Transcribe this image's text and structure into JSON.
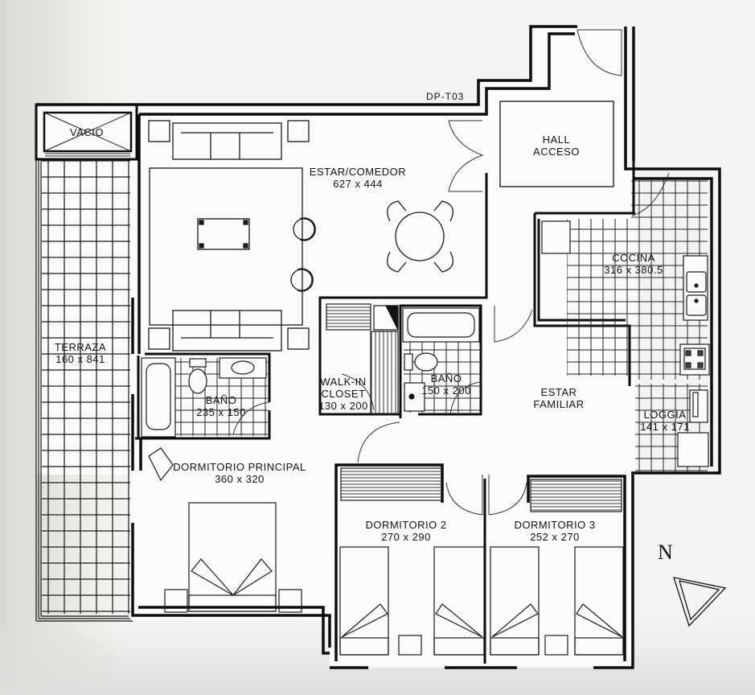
{
  "plan": {
    "code": "DP-T03",
    "north_label": "N",
    "rooms": [
      {
        "id": "vacio",
        "name": "VACIO",
        "dims": ""
      },
      {
        "id": "terraza",
        "name": "TERRAZA",
        "dims": "160 x 841"
      },
      {
        "id": "estar-comedor",
        "name": "ESTAR/COMEDOR",
        "dims": "627 x 444"
      },
      {
        "id": "hall-acceso",
        "name": "HALL",
        "name2": "ACCESO",
        "dims": ""
      },
      {
        "id": "cocina",
        "name": "COCINA",
        "dims": "316 x 380.5"
      },
      {
        "id": "bano-principal",
        "name": "BAÑO",
        "dims": "235 x 150"
      },
      {
        "id": "walk-in-closet",
        "name": "WALK-IN",
        "name2": "CLOSET",
        "dims": "130 x 200"
      },
      {
        "id": "bano-2",
        "name": "BAÑO",
        "dims": "150 x 200"
      },
      {
        "id": "estar-familiar",
        "name": "ESTAR",
        "name2": "FAMILIAR",
        "dims": ""
      },
      {
        "id": "loggia",
        "name": "LOGGIA",
        "dims": "141 x 171"
      },
      {
        "id": "dormitorio-principal",
        "name": "DORMITORIO PRINCIPAL",
        "dims": "360 x 320"
      },
      {
        "id": "dormitorio-2",
        "name": "DORMITORIO 2",
        "dims": "270 x 290"
      },
      {
        "id": "dormitorio-3",
        "name": "DORMITORIO 3",
        "dims": "252 x 270"
      }
    ],
    "colors": {
      "wall": "#0d0d0d",
      "line": "#1a1a1a",
      "paper": "#f4f4f2",
      "tile": "#222222"
    }
  }
}
